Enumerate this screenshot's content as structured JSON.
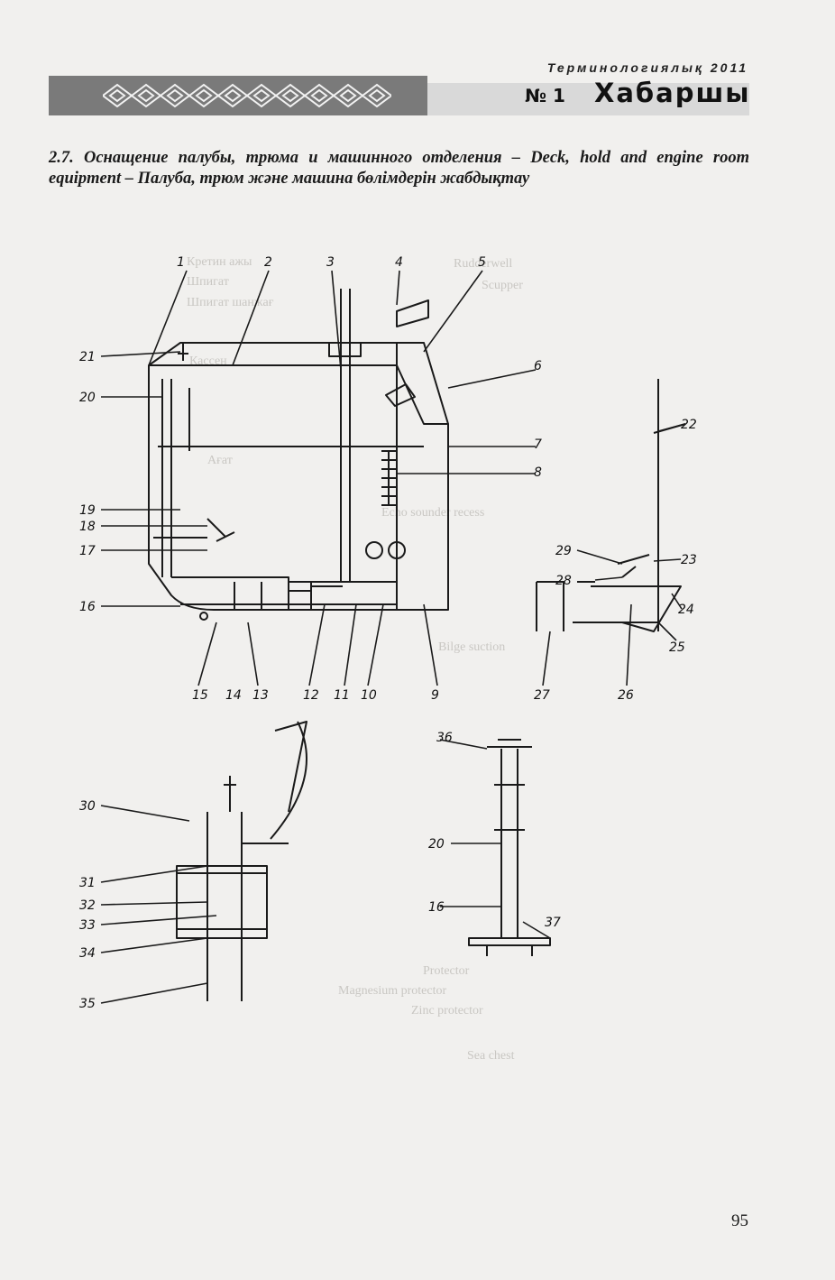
{
  "header": {
    "journal": "Терминологиялық 2011",
    "issue": "№ 1",
    "title_word": "Хабаршы"
  },
  "section_heading": "2.7. Оснащение палубы, трюма и машинного отделения – Deck, hold and engine room equipment – Палуба, трюм және машина бөлімдерін жабдықтау",
  "figure": {
    "callouts": [
      "1",
      "2",
      "3",
      "4",
      "5",
      "6",
      "7",
      "8",
      "9",
      "10",
      "11",
      "12",
      "13",
      "14",
      "15",
      "16",
      "17",
      "18",
      "19",
      "20",
      "21",
      "22",
      "23",
      "24",
      "25",
      "26",
      "27",
      "28",
      "29",
      "30",
      "31",
      "32",
      "33",
      "34",
      "35",
      "36",
      "20",
      "16",
      "37"
    ]
  },
  "page_number": "95",
  "show_through": [
    "Кретин ажы",
    "Шпигат",
    "Шпигат шанжағ",
    "Кассен",
    "Ағат",
    "Bilge suction",
    "Rudderwell",
    "Scupper",
    "Echo sounder recess",
    "Sea chest",
    "Magnesium protector",
    "Zinc protector",
    "Protector"
  ],
  "colors": {
    "banner_dark": "#7a7a7a",
    "banner_light": "#d9d9d9",
    "paper": "#f1f0ee"
  }
}
